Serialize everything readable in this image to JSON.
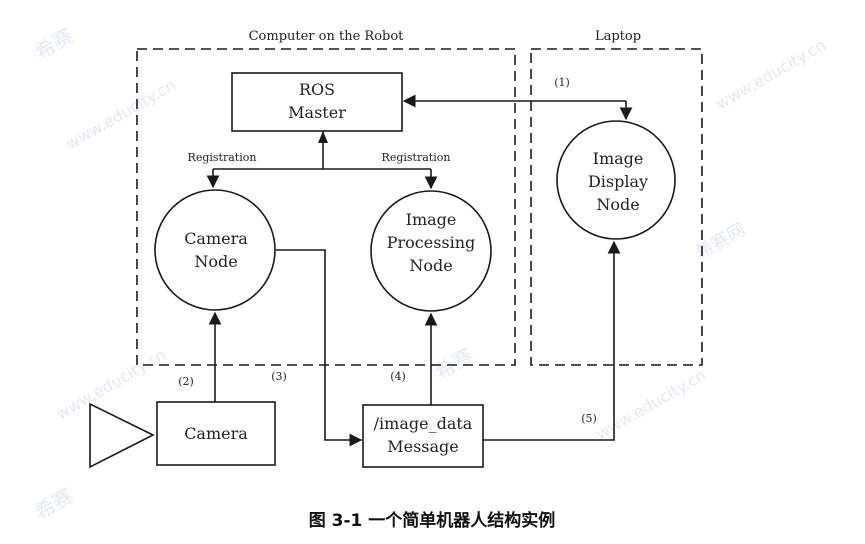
{
  "diagram": {
    "colors": {
      "stroke": "#1a1a1a",
      "text": "#222222",
      "watermark": "#c9d6ee"
    },
    "regions": {
      "robot": "Computer on the Robot",
      "laptop": "Laptop"
    },
    "nodes": {
      "ros_master": [
        "ROS",
        "Master"
      ],
      "camera_node": [
        "Camera",
        "Node"
      ],
      "image_processing_node": [
        "Image",
        "Processing",
        "Node"
      ],
      "image_display_node": [
        "Image",
        "Display",
        "Node"
      ],
      "camera": "Camera",
      "image_data_message": [
        "/image_data",
        "Message"
      ]
    },
    "edge_labels": {
      "registration_left": "Registration",
      "registration_right": "Registration",
      "step1": "(1)",
      "step2": "(2)",
      "step3": "(3)",
      "step4": "(4)",
      "step5": "(5)"
    },
    "caption": "图 3-1  一个简单机器人结构实例",
    "watermark": {
      "brand": "希赛",
      "site": "www.educity.cn",
      "brand2": "希赛网"
    }
  }
}
